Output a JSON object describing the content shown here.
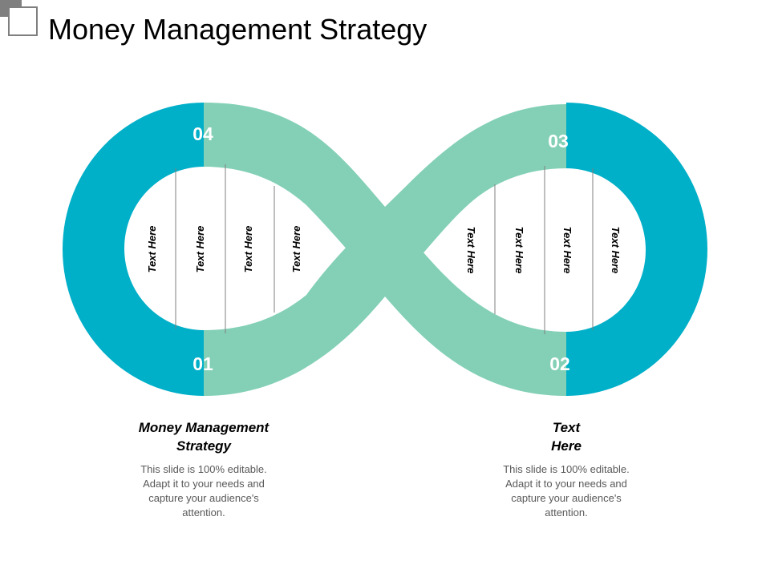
{
  "slide": {
    "title": "Money Management Strategy",
    "colors": {
      "blue": "#00AFC8",
      "teal": "#83D0B6"
    }
  },
  "diagram": {
    "numbers": [
      "04",
      "03",
      "01",
      "02"
    ],
    "segment_labels": [
      "Text Here",
      "Text Here",
      "Text Here",
      "Text Here",
      "Text Here",
      "Text Here",
      "Text Here",
      "Text Here"
    ]
  },
  "blocks": [
    {
      "heading": "Money Management\nStrategy",
      "body": "This slide is 100% editable. Adapt it to your needs and capture your audience's attention."
    },
    {
      "heading": "Text\nHere",
      "body": "This slide is 100% editable. Adapt it to your needs and capture your audience's attention."
    }
  ]
}
